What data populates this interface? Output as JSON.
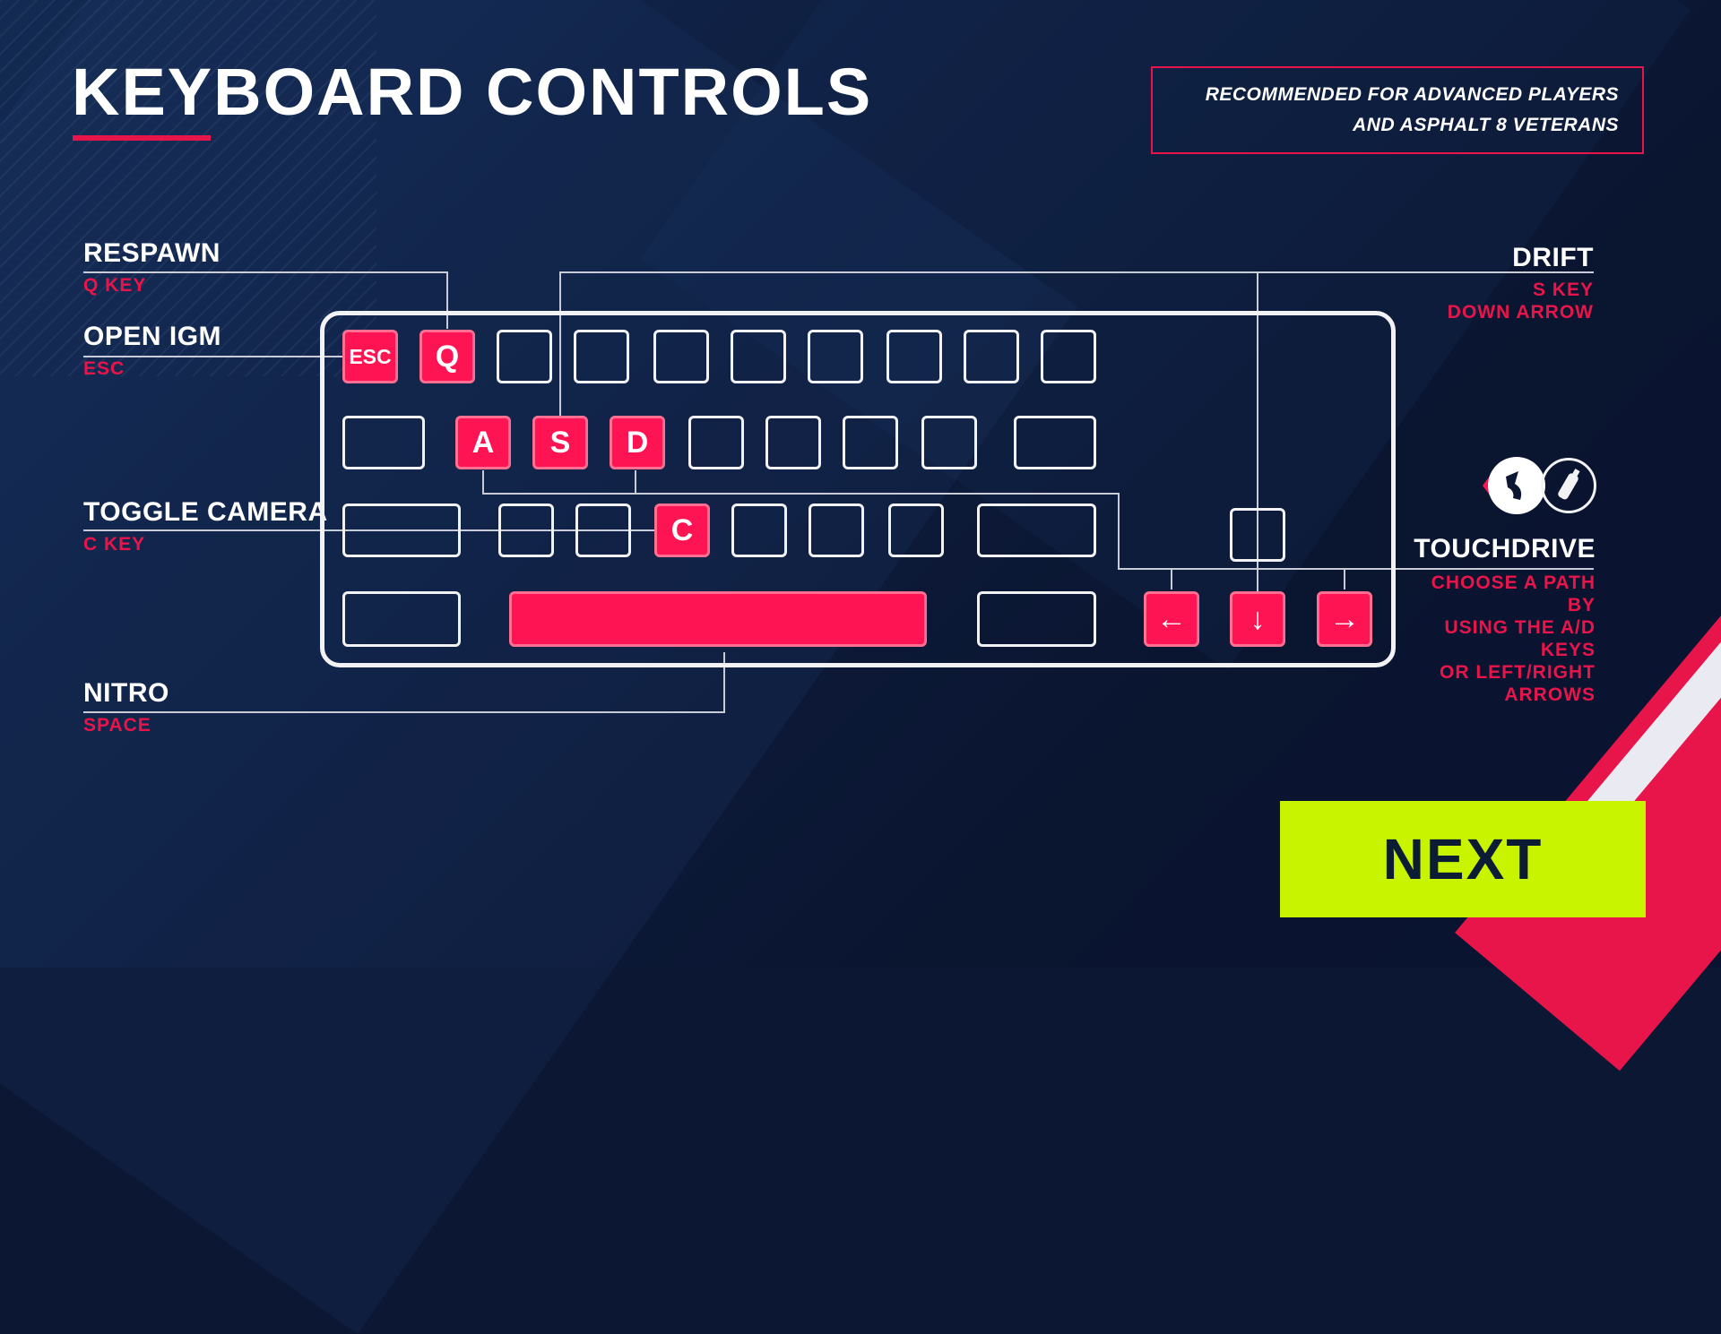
{
  "title": "KEYBOARD CONTROLS",
  "recommendation": {
    "line1": "RECOMMENDED FOR ADVANCED PLAYERS",
    "line2": "AND ASPHALT 8 VETERANS"
  },
  "controls": {
    "respawn": {
      "title": "RESPAWN",
      "key": "Q KEY"
    },
    "open_igm": {
      "title": "OPEN IGM",
      "key": "ESC"
    },
    "toggle_camera": {
      "title": "TOGGLE CAMERA",
      "key": "C KEY"
    },
    "nitro": {
      "title": "NITRO",
      "key": "SPACE"
    },
    "drift": {
      "title": "DRIFT",
      "key1": "S KEY",
      "key2": "DOWN ARROW"
    },
    "touchdrive": {
      "title": "TOUCHDRIVE",
      "desc": [
        "CHOOSE A PATH",
        "BY",
        "USING THE A/D",
        "KEYS",
        "OR LEFT/RIGHT",
        "ARROWS"
      ]
    }
  },
  "keys": {
    "esc": "ESC",
    "q": "Q",
    "a": "A",
    "s": "S",
    "d": "D",
    "c": "C",
    "left": "←",
    "down": "↓",
    "right": "→"
  },
  "colors": {
    "accent": "#ff1453",
    "next_bg": "#c9f400",
    "background": "#0b1733"
  },
  "icons": [
    "drift-arrow-icon",
    "path-steer-icon",
    "nitro-bottle-icon"
  ],
  "next_button": "NEXT"
}
